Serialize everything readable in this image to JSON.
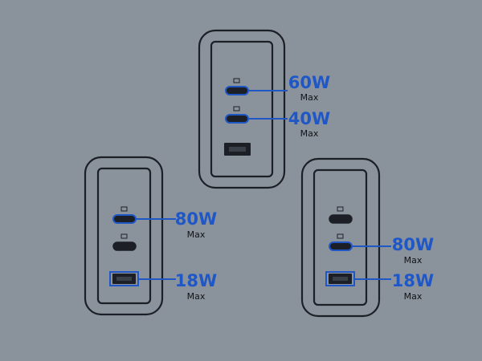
{
  "colors": {
    "background": "#8a929c",
    "outline": "#1c2026",
    "highlight": "#1f57c7",
    "watt_text": "#1f57c7",
    "max_text": "#111418"
  },
  "chargers": [
    {
      "name": "top-charger",
      "ports": [
        {
          "type": "usb-c",
          "highlighted": true,
          "watt": "60W",
          "max": "Max"
        },
        {
          "type": "usb-c",
          "highlighted": true,
          "watt": "40W",
          "max": "Max"
        },
        {
          "type": "usb-a",
          "highlighted": false
        }
      ]
    },
    {
      "name": "left-charger",
      "ports": [
        {
          "type": "usb-c",
          "highlighted": true,
          "watt": "80W",
          "max": "Max"
        },
        {
          "type": "usb-c",
          "highlighted": false
        },
        {
          "type": "usb-a",
          "highlighted": true,
          "watt": "18W",
          "max": "Max"
        }
      ]
    },
    {
      "name": "right-charger",
      "ports": [
        {
          "type": "usb-c",
          "highlighted": false
        },
        {
          "type": "usb-c",
          "highlighted": true,
          "watt": "80W",
          "max": "Max"
        },
        {
          "type": "usb-a",
          "highlighted": true,
          "watt": "18W",
          "max": "Max"
        }
      ]
    }
  ]
}
